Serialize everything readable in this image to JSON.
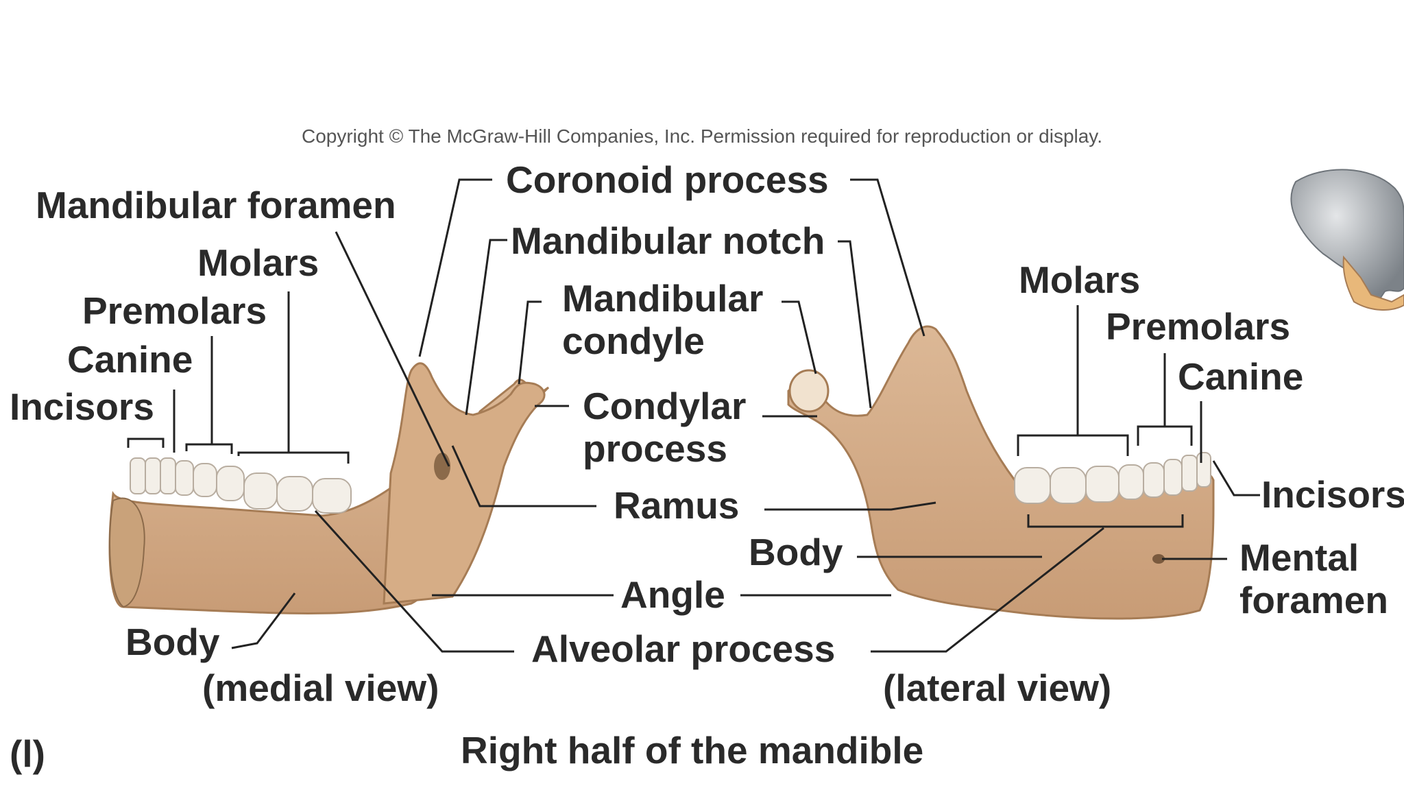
{
  "copyright": "Copyright © The McGraw-Hill Companies, Inc. Permission required for reproduction or display.",
  "title": "Right half of the mandible",
  "panel_letter": "(l)",
  "medial_view": {
    "caption": "(medial view)",
    "labels": {
      "mandibular_foramen": "Mandibular foramen",
      "molars": "Molars",
      "premolars": "Premolars",
      "canine": "Canine",
      "incisors": "Incisors",
      "body": "Body"
    }
  },
  "center_labels": {
    "coronoid_process": "Coronoid process",
    "mandibular_notch": "Mandibular notch",
    "mandibular_condyle": "Mandibular\ncondyle",
    "condylar_process": "Condylar\nprocess",
    "ramus": "Ramus",
    "body": "Body",
    "angle": "Angle",
    "alveolar_process": "Alveolar process"
  },
  "lateral_view": {
    "caption": "(lateral view)",
    "labels": {
      "molars": "Molars",
      "premolars": "Premolars",
      "canine": "Canine",
      "incisors": "Incisors",
      "mental_foramen": "Mental\nforamen"
    }
  },
  "colors": {
    "bone": "#d4ae8a",
    "bone_shade": "#b98f6b",
    "tooth": "#f3efe8",
    "leader": "#222222",
    "text": "#2a2a2a",
    "skull": "#9aa0a6",
    "jaw_highlight": "#e8b87a"
  }
}
